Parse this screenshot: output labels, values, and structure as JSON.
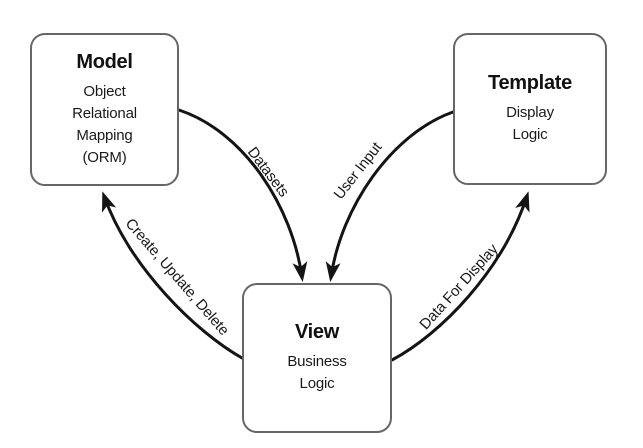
{
  "nodes": {
    "model": {
      "title": "Model",
      "subtitle": "Object\nRelational\nMapping\n(ORM)"
    },
    "template": {
      "title": "Template",
      "subtitle": "Display\nLogic"
    },
    "view": {
      "title": "View",
      "subtitle": "Business\nLogic"
    }
  },
  "edges": {
    "model_to_view": {
      "label": "Datasets",
      "from": "Model",
      "to": "View"
    },
    "template_to_view": {
      "label": "User Input",
      "from": "Template",
      "to": "View"
    },
    "view_to_model": {
      "label": "Create, Update, Delete",
      "from": "View",
      "to": "Model"
    },
    "view_to_template": {
      "label": "Data For Display",
      "from": "View",
      "to": "Template"
    }
  },
  "colors": {
    "background": "#ffffff",
    "box_border": "#666666",
    "arrow": "#141414",
    "text": "#1a1a1a"
  }
}
